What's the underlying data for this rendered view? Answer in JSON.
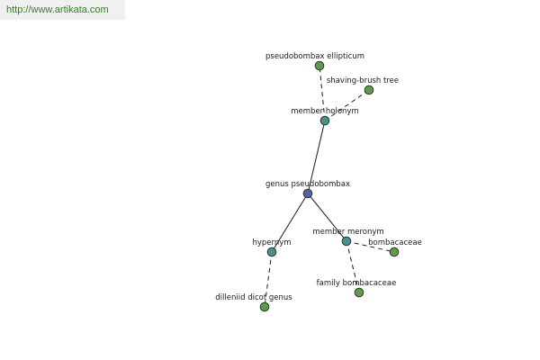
{
  "header": {
    "url": "http://www.artikata.com"
  },
  "colors": {
    "url_text": "#3a7a2a",
    "edge": "#1a1a1a",
    "label": "#1a1a1a",
    "node_stroke": "#2a3a2a",
    "center_node": "#5a5fa8",
    "relation_node": "#4a8f8c",
    "leaf_node": "#5f9a4f"
  },
  "graph": {
    "center": {
      "id": "genus",
      "label": "genus pseudobombax",
      "kind": "center"
    },
    "relations": [
      {
        "id": "holonym",
        "label": "member holonym",
        "kind": "relation"
      },
      {
        "id": "hypernym",
        "label": "hypernym",
        "kind": "relation"
      },
      {
        "id": "meronym",
        "label": "member meronym",
        "kind": "relation"
      }
    ],
    "leaves": [
      {
        "id": "ellipticum",
        "label": "pseudobombax ellipticum",
        "kind": "leaf",
        "parent": "holonym"
      },
      {
        "id": "shaving",
        "label": "shaving-brush tree",
        "kind": "leaf",
        "parent": "holonym"
      },
      {
        "id": "dilleniid",
        "label": "dilleniid dicot genus",
        "kind": "leaf",
        "parent": "hypernym"
      },
      {
        "id": "bombacaceae",
        "label": "bombacaceae",
        "kind": "leaf",
        "parent": "meronym"
      },
      {
        "id": "familybomb",
        "label": "family bombacaceae",
        "kind": "leaf",
        "parent": "meronym"
      }
    ]
  }
}
